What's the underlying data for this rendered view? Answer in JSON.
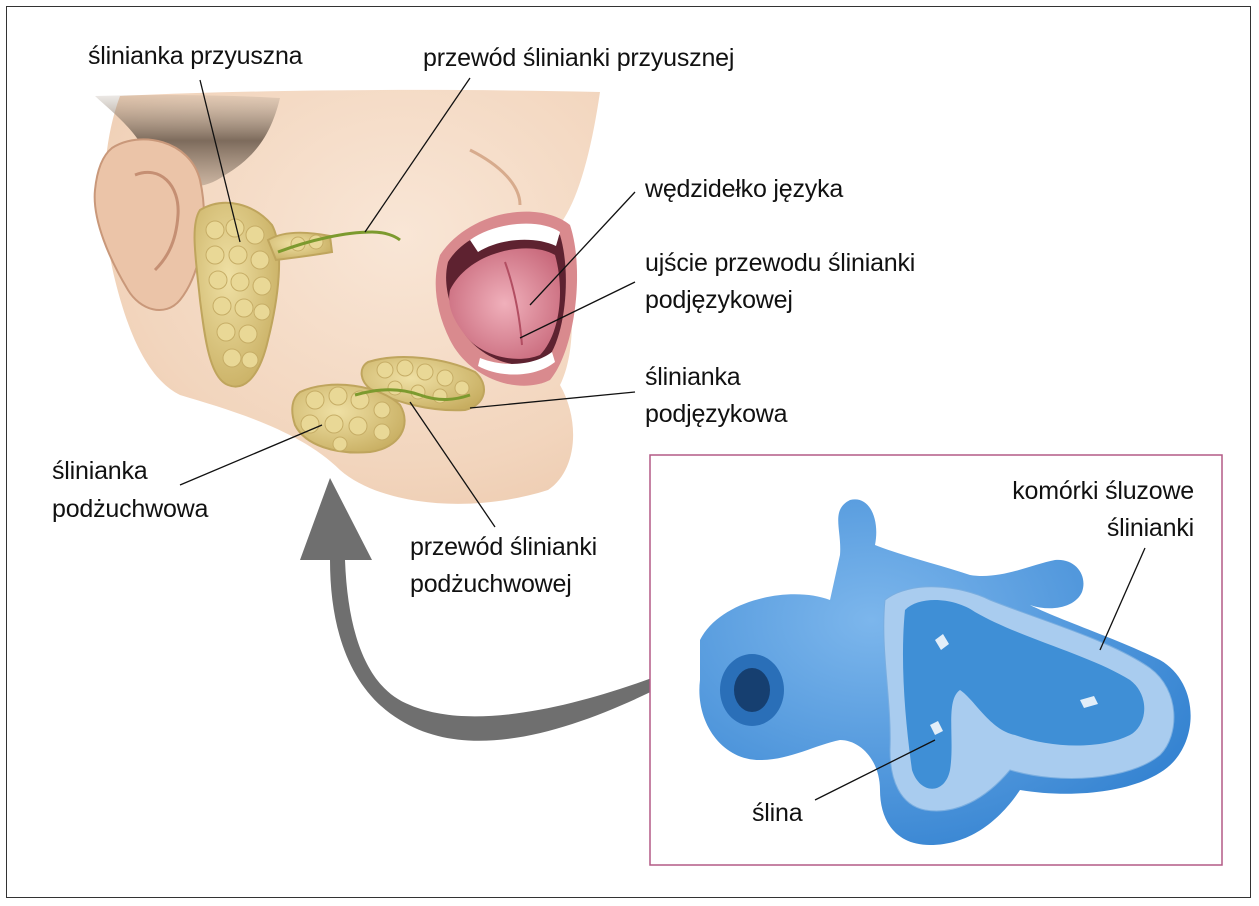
{
  "labels": {
    "parotid_gland": "ślinianka przyuszna",
    "parotid_duct": "przewód ślinianki przyusznej",
    "tongue_frenulum": "wędzidełko języka",
    "sublingual_duct_opening_1": "ujście przewodu ślinianki",
    "sublingual_duct_opening_2": "podjęzykowej",
    "sublingual_gland_1": "ślinianka",
    "sublingual_gland_2": "podjęzykowa",
    "submandibular_gland_1": "ślinianka",
    "submandibular_gland_2": "podżuchwowa",
    "submandibular_duct_1": "przewód ślinianki",
    "submandibular_duct_2": "podżuchwowej",
    "mucous_cells_1": "komórki śluzowe",
    "mucous_cells_2": "ślinianki",
    "saliva": "ślina"
  },
  "colors": {
    "skin": "#f3d9c2",
    "hair": "#8a7766",
    "gland": "#d8c27a",
    "duct": "#7c9a2e",
    "mouth": "#c25a6e",
    "tongue": "#e79aa7",
    "tissue_blue": "#3f8fd6",
    "tissue_light": "#a9ccef",
    "arrow": "#6f6f6f",
    "inset_border": "#b35a86"
  }
}
